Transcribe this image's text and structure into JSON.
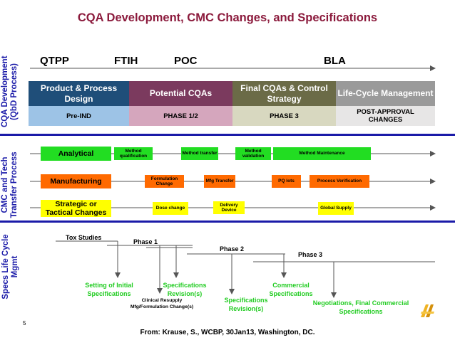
{
  "title": "CQA Development, CMC Changes, and Specifications",
  "section_labels": {
    "cqa": [
      "CQA Development",
      "(QbD Process)"
    ],
    "cmc": [
      "CMC and Tech",
      "Transfer Process"
    ],
    "specs": [
      "Specs Life Cycle",
      "Mgmt"
    ]
  },
  "milestones": [
    "QTPP",
    "FTIH",
    "POC",
    "BLA"
  ],
  "phases": [
    {
      "label": "Product & Process Design",
      "sub": "Pre-IND",
      "color": "#1f4e79",
      "sub_color": "#9dc3e6"
    },
    {
      "label": "Potential CQAs",
      "sub": "PHASE 1/2",
      "color": "#7b3a5e",
      "sub_color": "#d5a6bd"
    },
    {
      "label": "Final CQAs & Control Strategy",
      "sub": "PHASE 3",
      "color": "#6b6b47",
      "sub_color": "#d8d8c0"
    },
    {
      "label": "Life-Cycle Management",
      "sub": "POST-APPROVAL CHANGES",
      "color": "#9a9a9a",
      "sub_color": "#e7e6e6"
    }
  ],
  "cmc_rows": {
    "analytical": {
      "label": "Analytical",
      "items": [
        "Method qualification",
        "Method transfer",
        "Method validation",
        "Method Maintenance"
      ]
    },
    "manufacturing": {
      "label": "Manufacturing",
      "items": [
        "Formulation Change",
        "Mfg Transfer",
        "PQ lots",
        "Process Verification"
      ]
    },
    "strategic": {
      "label": "Strategic or Tactical Changes",
      "items": [
        "Dose change",
        "Delivery Device",
        "Global Supply"
      ]
    }
  },
  "specs": {
    "tox": "Tox Studies",
    "phase1": "Phase 1",
    "phase2": "Phase 2",
    "phase3": "Phase 3",
    "setting": "Setting of Initial Specifications",
    "revision1": "Specifications Revision(s)",
    "clinical": "Clinical Resupply Mfg/Formulation Change(s)",
    "revision2": "Specifications Revision(s)",
    "commercial": "Commercial Specifications",
    "negotiations": "Negotiations, Final Commercial Specifications"
  },
  "page_number": "5",
  "footer": "From: Krause, S., WCBP, 30Jan13, Washington, DC.",
  "colors": {
    "title": "#8B1A3C",
    "section_label": "#1a1aa8",
    "green": "#22dd22",
    "orange": "#ff6a00",
    "yellow": "#ffff00",
    "green_text": "#22cc22"
  },
  "icons": [
    "logo-icon"
  ]
}
